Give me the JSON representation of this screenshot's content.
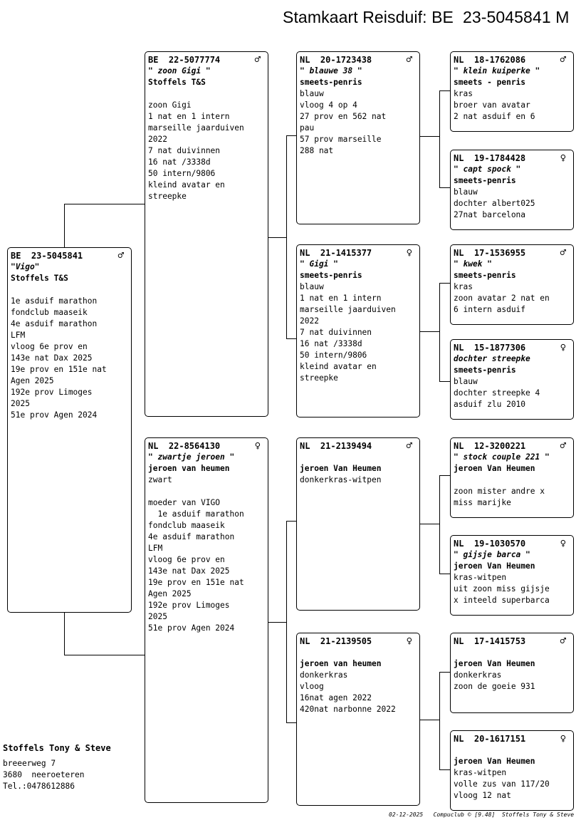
{
  "title": "Stamkaart Reisduif: BE  23-5045841 M",
  "cards": [
    {
      "id": "subject",
      "ring": "BE  23-5045841",
      "sex": "♂",
      "name": "\"Vigo\"",
      "owner": "Stoffels T&S",
      "lines": [
        "",
        "1e asduif marathon",
        "fondclub maaseik",
        "4e asduif marathon",
        "LFM",
        "vloog 6e prov en",
        "143e nat Dax 2025",
        "19e prov en 151e nat",
        "Agen 2025",
        "192e prov Limoges",
        "2025",
        "51e prov Agen 2024"
      ]
    },
    {
      "id": "father",
      "ring": "BE  22-5077774",
      "sex": "♂",
      "name": "\" zoon Gigi \"",
      "owner": "Stoffels T&S",
      "lines": [
        "",
        "zoon Gigi",
        "1 nat en 1 intern",
        "marseille jaarduiven",
        "2022",
        "7 nat duivinnen",
        "16 nat /3338d",
        "50 intern/9806",
        "kleind avatar en",
        "streepke"
      ]
    },
    {
      "id": "mother",
      "ring": "NL  22-8564130",
      "sex": "♀",
      "name": "\" zwartje jeroen \"",
      "owner": "jeroen van heumen",
      "lines": [
        "zwart",
        "",
        "moeder van VIGO",
        "  1e asduif marathon",
        "fondclub maaseik",
        "4e asduif marathon",
        "LFM",
        "vloog 6e prov en",
        "143e nat Dax 2025",
        "19e prov en 151e nat",
        "Agen 2025",
        "192e prov Limoges",
        "2025",
        "51e prov Agen 2024"
      ]
    },
    {
      "id": "ff",
      "ring": "NL  20-1723438",
      "sex": "♂",
      "name": "\" blauwe 38 \"",
      "owner": "smeets-penris",
      "lines": [
        "blauw",
        "vloog 4 op 4",
        "27 prov en 562 nat",
        "pau",
        "57 prov marseille",
        "288 nat"
      ]
    },
    {
      "id": "fm",
      "ring": "NL  21-1415377",
      "sex": "♀",
      "name": "\" Gigi \"",
      "owner": "smeets-penris",
      "lines": [
        "blauw",
        "1 nat en 1 intern",
        "marseille jaarduiven",
        "2022",
        "7 nat duivinnen",
        "16 nat /3338d",
        "50 intern/9806",
        "kleind avatar en",
        "streepke"
      ]
    },
    {
      "id": "mf",
      "ring": "NL  21-2139494",
      "sex": "♂",
      "name": "",
      "owner": "jeroen Van Heumen",
      "lines": [
        "donkerkras-witpen"
      ]
    },
    {
      "id": "mm",
      "ring": "NL  21-2139505",
      "sex": "♀",
      "name": "",
      "owner": "jeroen van heumen",
      "lines": [
        "donkerkras",
        "vloog",
        "16nat agen 2022",
        "420nat narbonne 2022"
      ]
    },
    {
      "id": "fff",
      "ring": "NL  18-1762086",
      "sex": "♂",
      "name": "\" klein kuiperke \"",
      "owner": "smeets - penris",
      "lines": [
        "kras",
        "broer van avatar",
        "2 nat asduif en 6"
      ]
    },
    {
      "id": "ffm",
      "ring": "NL  19-1784428",
      "sex": "♀",
      "name": "\" capt spock \"",
      "owner": "smeets-penris",
      "lines": [
        "blauw",
        "dochter albert025",
        "27nat barcelona"
      ]
    },
    {
      "id": "fmf",
      "ring": "NL  17-1536955",
      "sex": "♂",
      "name": "\" kwek \"",
      "owner": "smeets-penris",
      "lines": [
        "kras",
        "zoon avatar 2 nat en",
        "6 intern asduif"
      ]
    },
    {
      "id": "fmm",
      "ring": "NL  15-1877306",
      "sex": "♀",
      "name": "dochter streepke",
      "owner": "smeets-penris",
      "lines": [
        "blauw",
        "dochter streepke 4",
        "asduif zlu 2010"
      ]
    },
    {
      "id": "mff",
      "ring": "NL  12-3200221",
      "sex": "♂",
      "name": "\" stock couple 221 \"",
      "owner": "jeroen Van Heumen",
      "lines": [
        "",
        "zoon mister andre x",
        "miss marijke"
      ]
    },
    {
      "id": "mfm",
      "ring": "NL  19-1030570",
      "sex": "♀",
      "name": "\" gijsje barca \"",
      "owner": "jeroen Van Heumen",
      "lines": [
        "kras-witpen",
        "uit zoon miss gijsje",
        "x inteeld superbarca"
      ]
    },
    {
      "id": "mmf",
      "ring": "NL  17-1415753",
      "sex": "♂",
      "name": "",
      "owner": "jeroen Van Heumen",
      "lines": [
        "donkerkras",
        "zoon de goeie 931"
      ]
    },
    {
      "id": "mmm",
      "ring": "NL  20-1617151",
      "sex": "♀",
      "name": "",
      "owner": "jeroen Van Heumen",
      "lines": [
        "kras-witpen",
        "volle zus van 117/20",
        "vloog 12 nat"
      ]
    }
  ],
  "address": {
    "owner": "Stoffels Tony & Steve",
    "lines": [
      "breeerweg 7",
      "3680  neeroeteren",
      "Tel.:0478612886"
    ]
  },
  "footer": "02-12-2025   Compuclub © [9.48]  Stoffels Tony & Steve"
}
